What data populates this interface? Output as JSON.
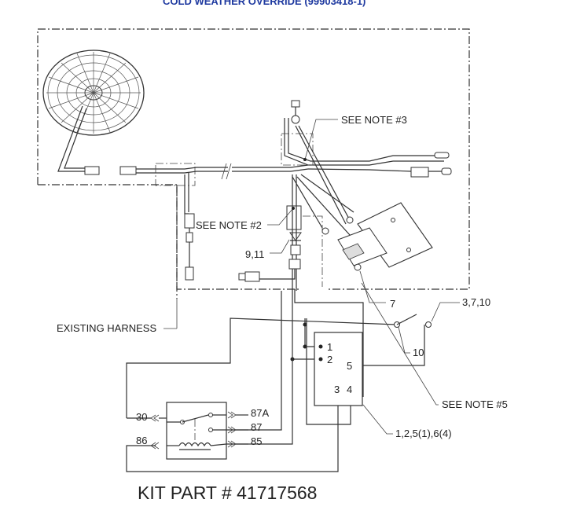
{
  "title": "COLD WEATHER OVERRIDE (99903418-1)",
  "kit_part": "KIT PART # 41717568",
  "callouts": {
    "note3": "SEE NOTE #3",
    "note2": "SEE NOTE #2",
    "item_9_11": "9,11",
    "existing_harness": "EXISTING HARNESS",
    "item_7": "7",
    "item_3_7_10": "3,7,10",
    "item_10": "10",
    "note5": "SEE NOTE #5",
    "item_1_2_5_6": "1,2,5(1),6(4)"
  },
  "switch_terminals": {
    "t1": "1",
    "t2": "2",
    "t3": "3",
    "t4": "4",
    "t5": "5"
  },
  "relay_terminals": {
    "t30": "30",
    "t86": "86",
    "t87a": "87A",
    "t87": "87",
    "t85": "85"
  }
}
